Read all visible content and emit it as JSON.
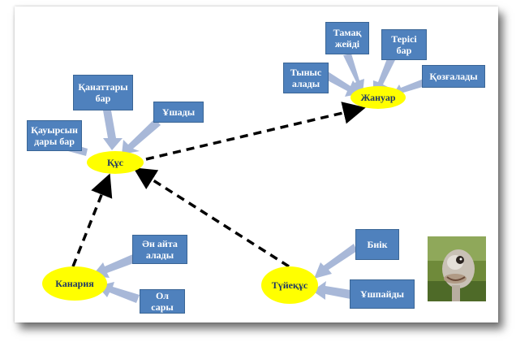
{
  "nodes": {
    "bird": "Құс",
    "animal": "Жануар",
    "canary": "Канария",
    "ostrich": "Түйеқұс"
  },
  "boxes": {
    "feathers": "Қауырсын\nдары бар",
    "wings": "Қанаттары\nбар",
    "flies": "Ұшады",
    "breathes": "Тыныс\nалады",
    "eats": "Тамақ\nжейді",
    "skin": "Терісі\nбар",
    "moves": "Қозғалады",
    "sings": "Ән айта\nалады",
    "yellow": "Ол сары",
    "tall": "Биік",
    "no_fly": "Ұшпайды"
  },
  "colors": {
    "node_fill": "#ffff00",
    "box_fill": "#4f81bd",
    "arrow_fill": "#a8b8d8",
    "dashed": "#000000"
  },
  "image": {
    "icon": "ostrich-photo"
  }
}
